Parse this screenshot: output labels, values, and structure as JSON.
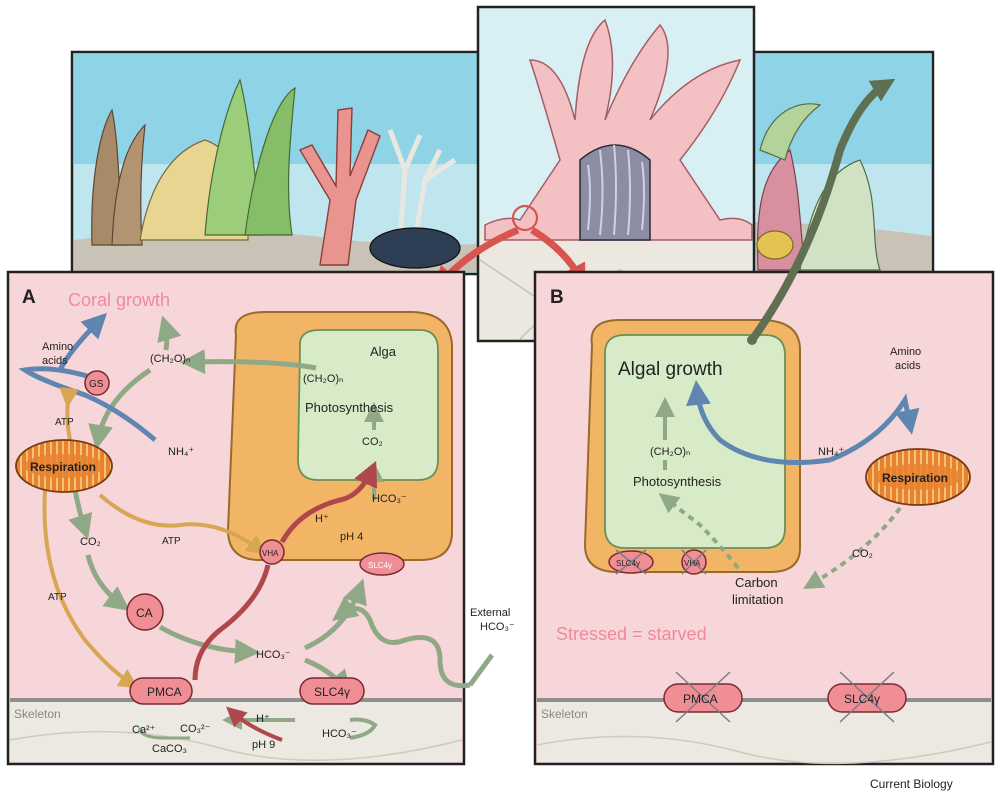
{
  "panel_a": {
    "letter": "A",
    "title": "Coral growth",
    "amino_acids_line1": "Amino",
    "amino_acids_line2": "acids",
    "ch2o": "(CH₂O)ₙ",
    "gs": "GS",
    "atp": "ATP",
    "nh4": "NH₄⁺",
    "respiration": "Respiration",
    "co2": "CO₂",
    "ca": "CA",
    "vha": "VHA",
    "slc4": "SLC4γ",
    "hco3": "HCO₃⁻",
    "h_plus": "H⁺",
    "ph4": "pH 4",
    "alga": "Alga",
    "alga_ch2o": "(CH₂O)ₙ",
    "photosynthesis": "Photosynthesis",
    "alga_co2": "CO₂",
    "alga_hco3": "HCO₃⁻",
    "external_line1": "External",
    "external_line2": "HCO₃⁻",
    "pmca": "PMCA",
    "slc47": "SLC4γ",
    "skeleton": "Skeleton",
    "ca2": "Ca²⁺",
    "co3": "CO₃²⁻",
    "caco3": "CaCO₃",
    "h_plus_2": "H⁺",
    "ph9": "pH 9",
    "hco3_2": "HCO₃⁻"
  },
  "panel_b": {
    "letter": "B",
    "algal_growth": "Algal growth",
    "amino_acids_line1": "Amino",
    "amino_acids_line2": "acids",
    "nh4": "NH₄⁺",
    "ch2o": "(CH₂O)ₙ",
    "photosynthesis": "Photosynthesis",
    "respiration": "Respiration",
    "co2": "CO₂",
    "carbon_line1": "Carbon",
    "carbon_line2": "limitation",
    "slc4": "SLC4γ",
    "vha": "VHA",
    "stressed": "Stressed = starved",
    "pmca": "PMCA",
    "slc47": "SLC4γ",
    "skeleton": "Skeleton"
  },
  "credit": "Current Biology",
  "colors": {
    "panel_bg": "#f6d6d8",
    "alga_outer": "#f2b566",
    "alga_inner": "#d8ebc9",
    "pink_label": "#f08a9a",
    "arrow_green": "#8fa986",
    "arrow_blue": "#5e86b0",
    "arrow_red": "#b0474c",
    "arrow_orange": "#d8a553",
    "mito_orange": "#e8822f"
  }
}
